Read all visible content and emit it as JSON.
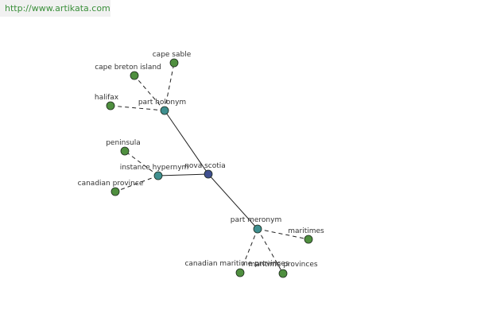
{
  "site_url": "http://www.artikata.com",
  "colors": {
    "root": "#3f4f8f",
    "relation": "#3f8f8f",
    "leaf": "#4f8f3f",
    "edge": "#222222",
    "url_text": "#3a8f3a"
  },
  "graph": {
    "root": "nova scotia",
    "relations": [
      {
        "id": "part-holonym",
        "label": "part holonym",
        "leaves": [
          "cape breton island",
          "cape sable",
          "halifax"
        ]
      },
      {
        "id": "instance-hypernym",
        "label": "instance hypernym",
        "leaves": [
          "peninsula",
          "canadian province"
        ]
      },
      {
        "id": "part-meronym",
        "label": "part meronym",
        "leaves": [
          "maritimes",
          "maritime provinces",
          "canadian maritime provinces"
        ]
      }
    ]
  }
}
